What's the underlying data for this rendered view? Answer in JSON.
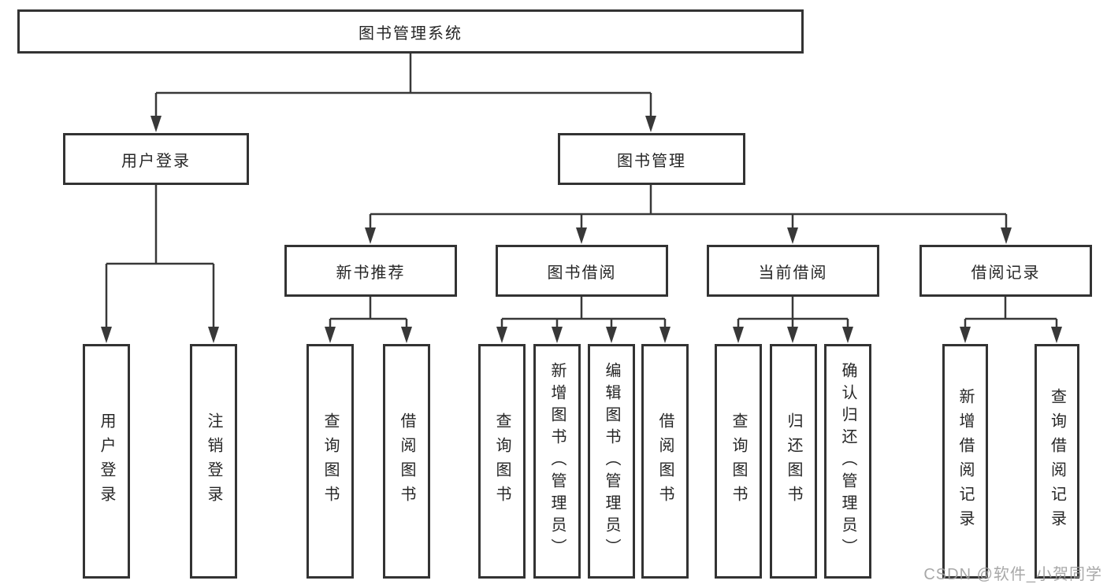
{
  "diagram": {
    "root": {
      "label": "图书管理系统"
    },
    "level2": [
      {
        "id": "user-login",
        "label": "用户登录"
      },
      {
        "id": "book-management",
        "label": "图书管理"
      }
    ],
    "level3": [
      {
        "id": "new-book-recommend",
        "parent": "图书管理",
        "label": "新书推荐"
      },
      {
        "id": "book-borrowing",
        "parent": "图书管理",
        "label": "图书借阅"
      },
      {
        "id": "current-borrowing",
        "parent": "图书管理",
        "label": "当前借阅"
      },
      {
        "id": "borrowing-records",
        "parent": "图书管理",
        "label": "借阅记录"
      }
    ],
    "leaves": [
      {
        "id": "user-login",
        "parent": "用户登录",
        "label": "用户登录"
      },
      {
        "id": "logout",
        "parent": "用户登录",
        "label": "注销登录"
      },
      {
        "id": "query-books-recommend",
        "parent": "新书推荐",
        "label": "查询图书"
      },
      {
        "id": "borrow-books-recommend",
        "parent": "新书推荐",
        "label": "借阅图书"
      },
      {
        "id": "query-books-borrowing",
        "parent": "图书借阅",
        "label": "查询图书"
      },
      {
        "id": "add-books-admin",
        "parent": "图书借阅",
        "label": "新增图书（管理员）"
      },
      {
        "id": "edit-books-admin",
        "parent": "图书借阅",
        "label": "编辑图书（管理员）"
      },
      {
        "id": "borrow-books-borrowing",
        "parent": "图书借阅",
        "label": "借阅图书"
      },
      {
        "id": "query-books-current",
        "parent": "当前借阅",
        "label": "查询图书"
      },
      {
        "id": "return-books",
        "parent": "当前借阅",
        "label": "归还图书"
      },
      {
        "id": "confirm-return-admin",
        "parent": "当前借阅",
        "label": "确认归还（管理员）"
      },
      {
        "id": "add-borrow-record",
        "parent": "借阅记录",
        "label": "新增借阅记录"
      },
      {
        "id": "query-borrow-record",
        "parent": "借阅记录",
        "label": "查询借阅记录"
      }
    ]
  },
  "watermark": {
    "text": "CSDN @软件_小贺同学"
  },
  "colors": {
    "line": "#383838",
    "box_border": "#333333",
    "text": "#262626",
    "background": "#ffffff",
    "watermark": "#9e9e9e"
  }
}
